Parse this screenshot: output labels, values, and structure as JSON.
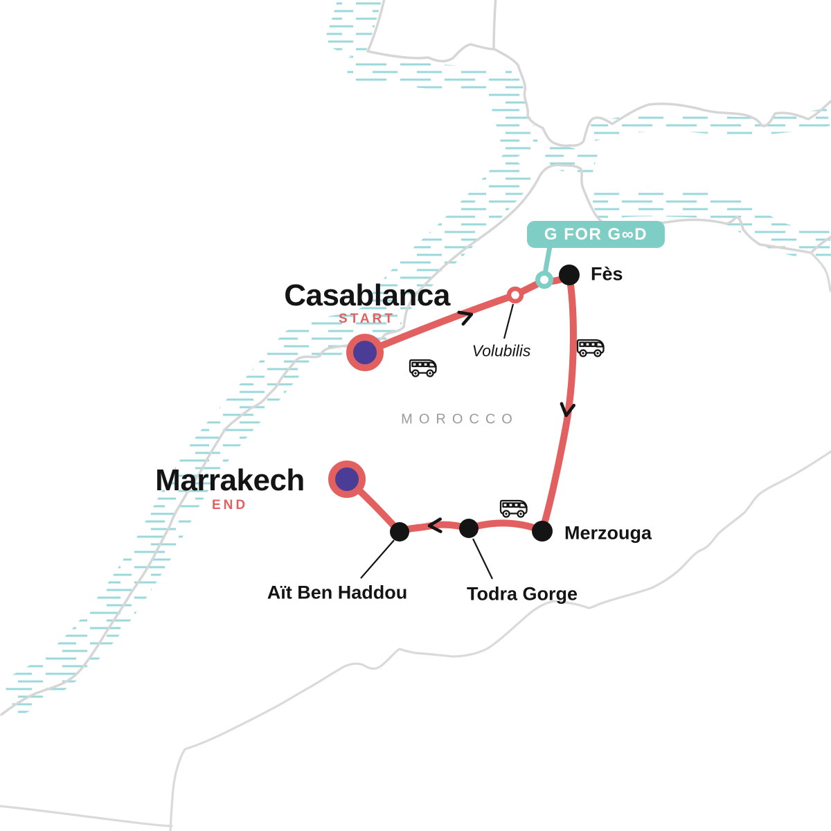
{
  "map_title": "Morocco tour route map",
  "country": {
    "label": "MOROCCO"
  },
  "badge": {
    "text": "G FOR GOOD",
    "text_styled": "G FOR G∞D"
  },
  "stops": {
    "casablanca": {
      "name": "Casablanca",
      "tag": "START",
      "marker": "start-circle"
    },
    "volubilis": {
      "name": "Volubilis",
      "marker": "open-red-dot"
    },
    "fes": {
      "name": "Fès",
      "marker": "black-dot"
    },
    "merzouga": {
      "name": "Merzouga",
      "marker": "black-dot"
    },
    "todra_gorge": {
      "name": "Todra Gorge",
      "marker": "black-dot"
    },
    "ait_ben_haddou": {
      "name": "Aït Ben Haddou",
      "marker": "black-dot"
    },
    "marrakech": {
      "name": "Marrakech",
      "tag": "END",
      "marker": "end-circle"
    }
  },
  "route": {
    "order": [
      "Casablanca",
      "Volubilis",
      "Fès",
      "Merzouga",
      "Todra Gorge",
      "Aït Ben Haddou",
      "Marrakech"
    ],
    "transport": "bus",
    "g_for_good_stop_near": "Fès"
  },
  "colors": {
    "route_red": "#e2605f",
    "marker_purple": "#4b3c96",
    "teal": "#7fcec5",
    "hatch_teal": "#9ad8dc",
    "coast_gray": "#d6d6d6",
    "label_black": "#141414",
    "country_gray": "#9b9b9b"
  }
}
